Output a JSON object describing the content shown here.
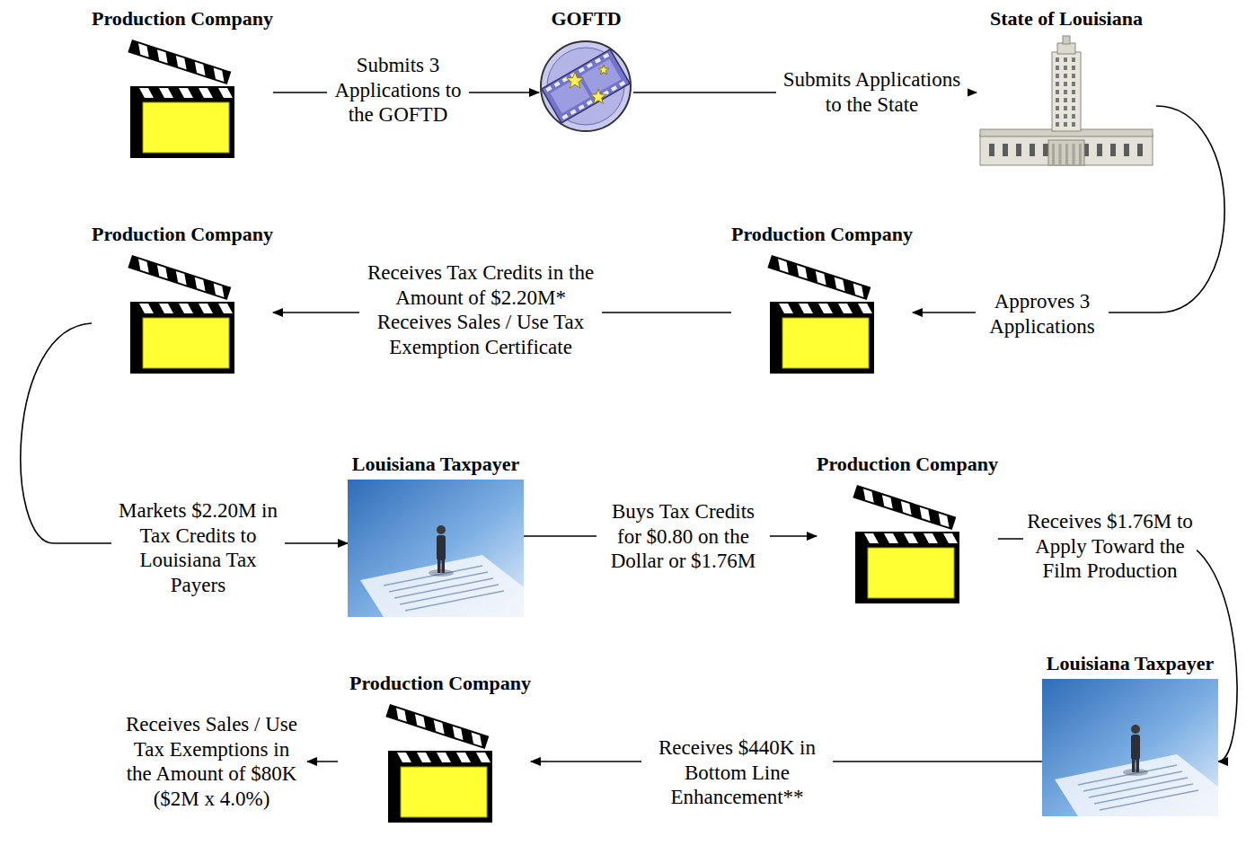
{
  "diagram": {
    "nodes": [
      {
        "text": [
          "Production Company"
        ]
      },
      {
        "text": [
          "GOFTD"
        ]
      },
      {
        "text": [
          "State of Louisiana"
        ]
      },
      {
        "text": [
          "Production Company"
        ]
      },
      {
        "text": [
          "Production Company"
        ]
      },
      {
        "text": [
          "Louisiana Taxpayer"
        ]
      },
      {
        "text": [
          "Production Company"
        ]
      },
      {
        "text": [
          "Production Company"
        ]
      },
      {
        "text": [
          "Louisiana Taxpayer"
        ]
      }
    ],
    "edges": [
      {
        "from": 0,
        "to": 1,
        "label": "Submits 3 Applications to the GOFTD",
        "arrow": "to"
      },
      {
        "from": 1,
        "to": 2,
        "label": "Submits Applications to the State",
        "arrow": "to"
      },
      {
        "from": 2,
        "to": 4,
        "label": "Approves 3 Applications",
        "arrow": "to"
      },
      {
        "from": 4,
        "to": 3,
        "label": "Receives Tax Credits in the Amount of $2.20M* Receives Sales / Use Tax Exemption Certificate",
        "arrow": "to"
      },
      {
        "from": 3,
        "to": 5,
        "label": "Markets $2.20M in Tax Credits to Louisiana Tax Payers",
        "arrow": "to"
      },
      {
        "from": 5,
        "to": 6,
        "label": "Buys Tax Credits for $0.80 on the Dollar or $1.76M",
        "arrow": "to"
      },
      {
        "from": 6,
        "to": 8,
        "label": "Receives $1.76M to Apply Toward the Film Production",
        "arrow": "to"
      },
      {
        "from": 8,
        "to": 7,
        "label": "Receives $440K in Bottom Line Enhancement**",
        "arrow": "to"
      }
    ],
    "labels": [
      "Receives Sales / Use Tax Exemptions in the Amount of $80K ($2M x 4.0%)"
    ]
  }
}
